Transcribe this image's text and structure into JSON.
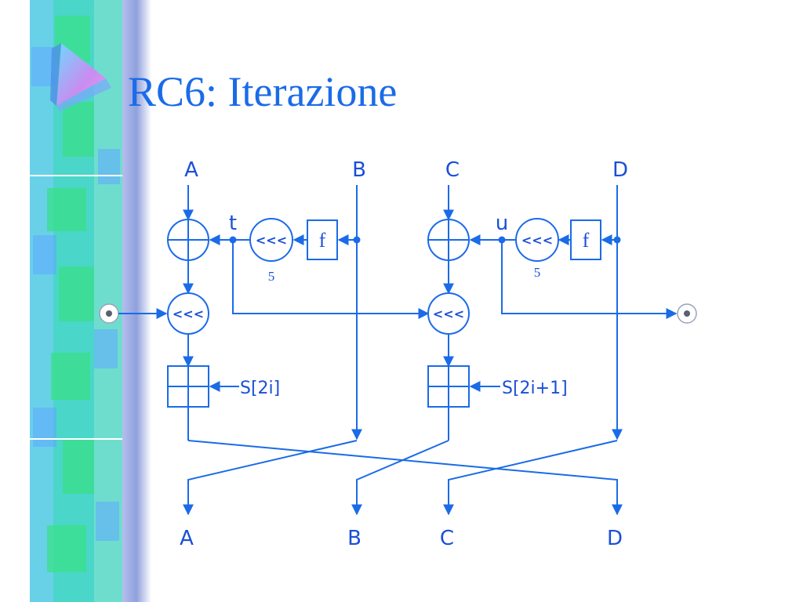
{
  "slide": {
    "title": "RC6: Iterazione"
  },
  "diagram": {
    "inputs": [
      "A",
      "B",
      "C",
      "D"
    ],
    "outputs": [
      "A",
      "B",
      "C",
      "D"
    ],
    "temp_left": "t",
    "temp_right": "u",
    "func_left": "f",
    "func_right": "f",
    "rotate_symbol": "<<<",
    "rotate_amount_left": "5",
    "rotate_amount_right": "5",
    "key_left": "S[2i]",
    "key_right": "S[2i+1]"
  },
  "colors": {
    "line": "#1a6be8",
    "text": "#1a4fd6",
    "title": "#1a6be8"
  }
}
